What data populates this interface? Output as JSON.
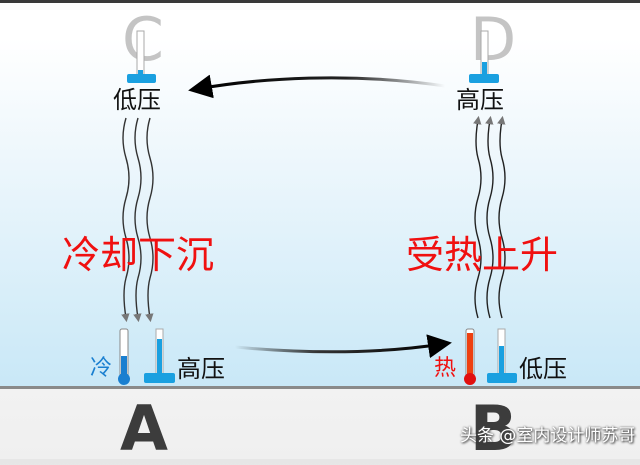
{
  "points": {
    "a": "A",
    "b": "B",
    "c": "C",
    "d": "D"
  },
  "labels": {
    "c_pressure": "低压",
    "d_pressure": "高压",
    "a_pressure": "高压",
    "b_pressure": "低压",
    "a_temp": "冷",
    "b_temp": "热",
    "left_process": "冷却下沉",
    "right_process": "受热上升"
  },
  "watermark": "头条 @室内设计师苏哥",
  "colors": {
    "cold": "#1a7fd0",
    "hot": "#f01010",
    "gauge": "#1aa0e0"
  }
}
